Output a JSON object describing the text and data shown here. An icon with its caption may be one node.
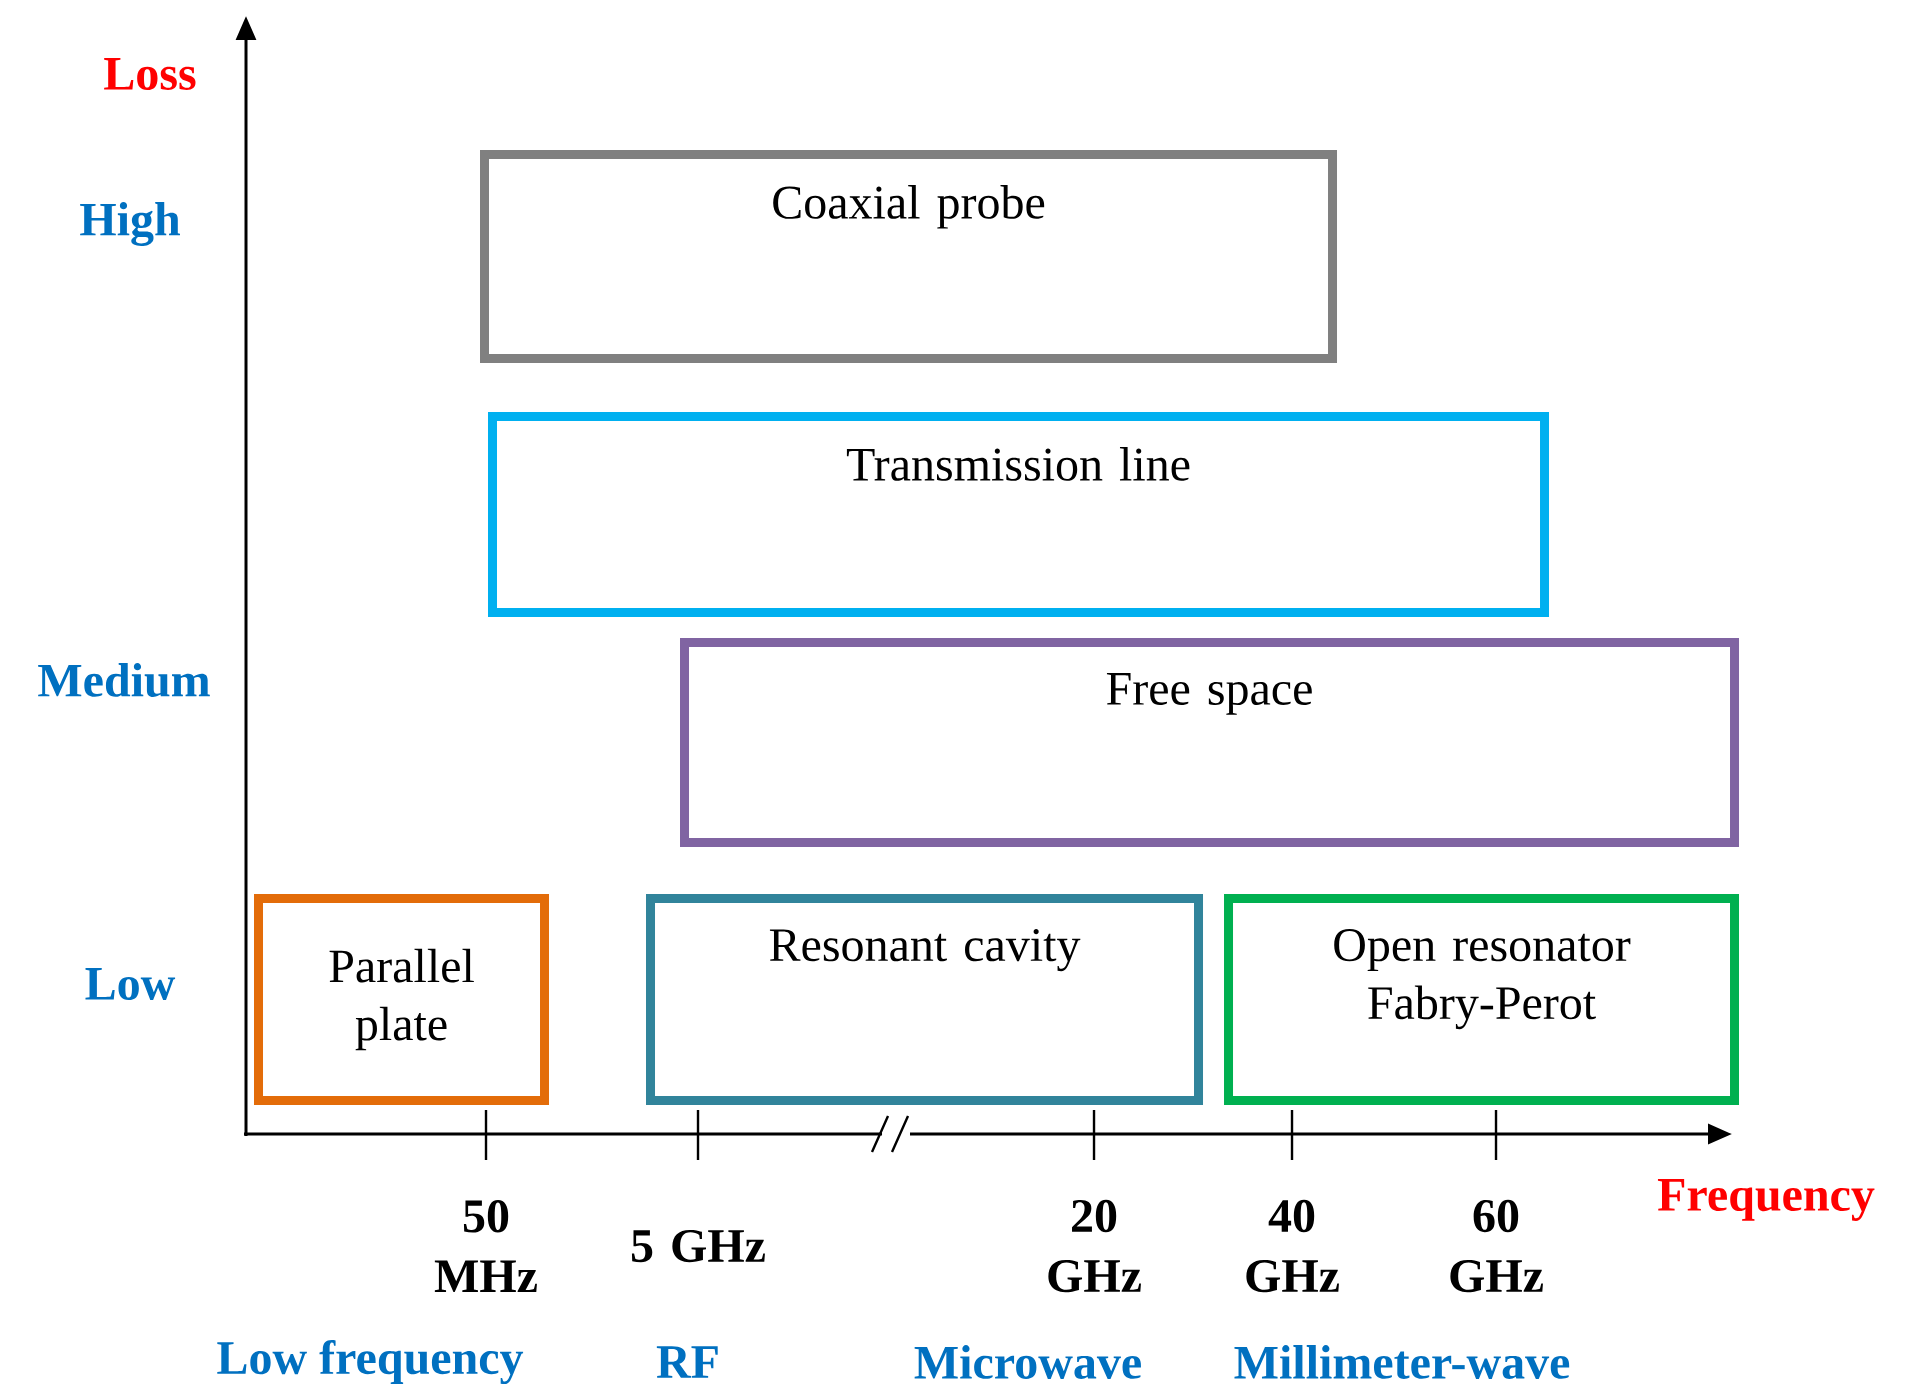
{
  "diagram": {
    "nodes": [
      {
        "text": [
          "Coaxial probe"
        ]
      },
      {
        "text": [
          "Transmission line"
        ]
      },
      {
        "text": [
          "Free space"
        ]
      },
      {
        "text": [
          "Parallel plate"
        ]
      },
      {
        "text": [
          "Resonant cavity"
        ]
      },
      {
        "text": [
          "Open resonator Fabry-Perot"
        ]
      }
    ],
    "labels": [
      "Loss",
      "High",
      "Medium",
      "Low",
      "Frequency",
      "50 MHz",
      "5 GHz",
      "20 GHz",
      "40 GHz",
      "60 GHz",
      "Low frequency",
      "RF",
      "Microwave",
      "Millimeter-wave"
    ]
  }
}
